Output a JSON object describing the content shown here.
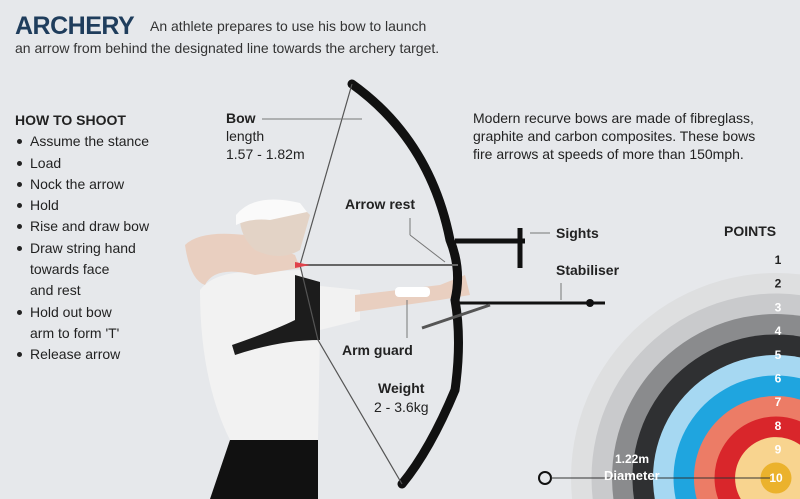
{
  "header": {
    "title": "ARCHERY",
    "subtitle_line1": "An athlete prepares to use his bow to launch",
    "subtitle_line2": "an arrow from behind the designated line towards the archery target."
  },
  "how_to_shoot": {
    "heading": "HOW TO SHOOT",
    "steps": [
      "Assume the stance",
      "Load",
      "Nock the arrow",
      "Hold",
      "Rise and draw bow",
      "Draw string hand",
      "towards face",
      "and rest",
      "Hold out bow",
      "arm to form 'T'",
      "Release arrow"
    ]
  },
  "bow_length": {
    "label": "Bow",
    "line2": "length",
    "value": "1.57 - 1.82m"
  },
  "materials_note": {
    "line1": "Modern recurve bows are made of fibreglass,",
    "line2": "graphite and carbon composites. These bows",
    "line3": "fire arrows at speeds of more than 150mph."
  },
  "parts": {
    "arrow_rest": "Arrow rest",
    "sights": "Sights",
    "stabiliser": "Stabiliser",
    "arm_guard": "Arm guard",
    "weight_label": "Weight",
    "weight_value": "2 - 3.6kg"
  },
  "target": {
    "points_heading": "POINTS",
    "diameter_value": "1.22m",
    "diameter_label": "Diameter",
    "rings": [
      {
        "points": "1",
        "color": "#dedfe0"
      },
      {
        "points": "2",
        "color": "#c9cacc"
      },
      {
        "points": "3",
        "color": "#8a8b8d"
      },
      {
        "points": "4",
        "color": "#2f3032"
      },
      {
        "points": "5",
        "color": "#a6d8f2"
      },
      {
        "points": "6",
        "color": "#1fa5df"
      },
      {
        "points": "7",
        "color": "#ec7c66"
      },
      {
        "points": "8",
        "color": "#d9262b"
      },
      {
        "points": "9",
        "color": "#f8d48f"
      },
      {
        "points": "10",
        "color": "#ebb22c"
      }
    ]
  }
}
